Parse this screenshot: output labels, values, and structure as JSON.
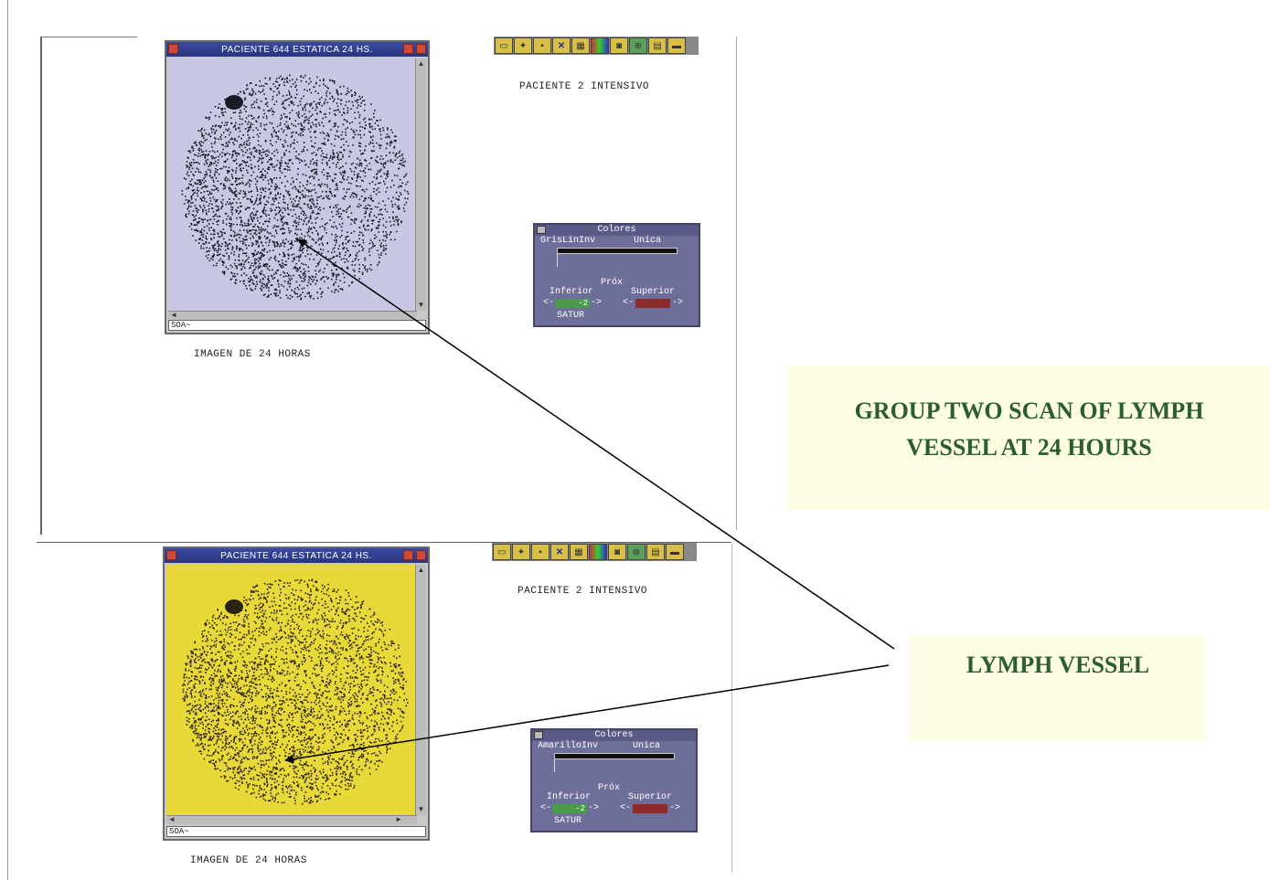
{
  "top_panel": {
    "window_title": "PACIENTE  644 ESTATICA 24 HS.",
    "status_text": "SOA~",
    "patient_label": "PACIENTE 2 INTENSIVO",
    "image_caption": "IMAGEN DE 24 HORAS",
    "scan_background": "#c8c8e4",
    "scan_dot_color": "#1a1a22",
    "colores": {
      "title": "Colores",
      "palette": "GrisLinInv",
      "mode": "Unica",
      "next_label": "Próx",
      "inferior_label": "Inferior",
      "superior_label": "Superior",
      "inferior_value": "-2",
      "left_arrow": "<-",
      "right_arrow": "->",
      "satur_label": "SATUR"
    }
  },
  "bottom_panel": {
    "window_title": "PACIENTE  644 ESTATICA 24 HS.",
    "status_text": "SOA~",
    "patient_label": "PACIENTE 2 INTENSIVO",
    "image_caption": "IMAGEN DE 24 HORAS",
    "scan_background": "#e8d838",
    "scan_dot_color": "#2a2410",
    "colores": {
      "title": "Colores",
      "palette": "AmarilloInv",
      "mode": "Unica",
      "next_label": "Próx",
      "inferior_label": "Inferior",
      "superior_label": "Superior",
      "inferior_value": "-2",
      "left_arrow": "<-",
      "right_arrow": "->",
      "satur_label": "SATUR"
    }
  },
  "toolbar_icons": [
    "open-folder-icon",
    "run-icon",
    "save-icon",
    "close-x-icon",
    "grid-icon",
    "palette-icon",
    "camera-icon",
    "target-icon",
    "printer-icon",
    "window-icon"
  ],
  "callouts": {
    "title_line1": "Group Two Scan of lymph",
    "title_line2": "vessel at  24 hours",
    "vessel_label": "Lymph vessel",
    "background": "#fdfde4",
    "text_color": "#2c5e2c"
  }
}
